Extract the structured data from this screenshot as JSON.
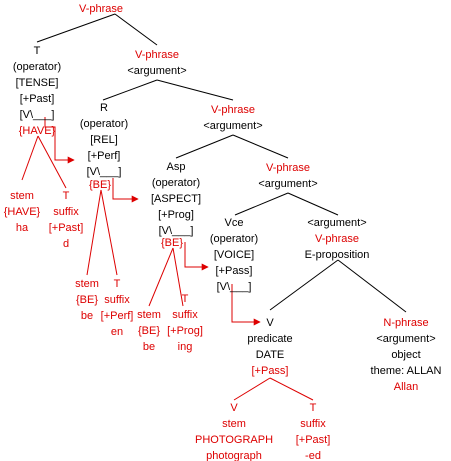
{
  "colors": {
    "text": "#000000",
    "highlight": "#dd0000",
    "background": "#ffffff"
  },
  "nodes": {
    "top_vphrase": {
      "label": "V-phrase"
    },
    "tense": {
      "lines": [
        "T",
        "(operator)",
        "[TENSE]",
        "[+Past]",
        "[V\\___]"
      ],
      "feature": "{HAVE}"
    },
    "vp1": {
      "label": "V-phrase",
      "role": "<argument>"
    },
    "have_stem": {
      "lines": [
        "stem",
        "{HAVE}",
        "ha"
      ]
    },
    "have_suffix": {
      "lines": [
        "T",
        "suffix",
        "[+Past]",
        "d"
      ]
    },
    "rel": {
      "lines": [
        "R",
        "(operator)",
        "[REL]",
        "[+Perf]",
        "[V\\___]"
      ],
      "feature": "{BE}"
    },
    "vp2": {
      "label": "V-phrase",
      "role": "<argument>"
    },
    "be1_stem": {
      "lines": [
        "stem",
        "{BE}",
        "be"
      ]
    },
    "be1_suffix": {
      "lines": [
        "T",
        "suffix",
        "[+Perf]",
        "en"
      ]
    },
    "asp": {
      "lines": [
        "Asp",
        "(operator)",
        "[ASPECT]",
        "[+Prog]",
        "[V\\___]"
      ],
      "feature": "{BE}"
    },
    "vp3": {
      "label": "V-phrase",
      "role": "<argument>"
    },
    "be2_stem": {
      "lines": [
        "stem",
        "{BE}",
        "be"
      ]
    },
    "be2_suffix": {
      "lines": [
        "T",
        "suffix",
        "[+Prog]",
        "ing"
      ]
    },
    "vce": {
      "lines": [
        "Vce",
        "(operator)",
        "[VOICE]",
        "[+Pass]",
        "[V\\___]"
      ]
    },
    "eprop": {
      "role": "<argument>",
      "label": "V-phrase",
      "type": "E-proposition"
    },
    "predicate": {
      "lines": [
        "V",
        "predicate",
        "DATE"
      ],
      "feature": "[+Pass]"
    },
    "nphrase": {
      "label": "N-phrase",
      "lines": [
        "<argument>",
        "object",
        "theme: ALLAN"
      ],
      "word": "Allan"
    },
    "photo_stem": {
      "head": "V",
      "lines": [
        "stem",
        "PHOTOGRAPH",
        "photograph"
      ]
    },
    "photo_suffix": {
      "lines": [
        "T",
        "suffix",
        "[+Past]",
        "-ed"
      ]
    }
  }
}
